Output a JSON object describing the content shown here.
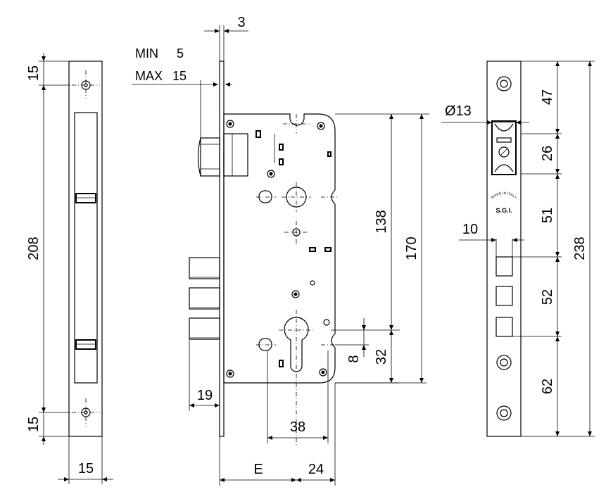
{
  "top_views": {
    "faceplate_thickness": "3",
    "backset_min_label": "MIN",
    "backset_min_value": "5",
    "backset_max_label": "MAX",
    "backset_max_value": "15"
  },
  "front_view": {
    "top_hole_offset": "15",
    "hole_spacing": "208",
    "bottom_hole_offset": "15",
    "plate_width": "15"
  },
  "side_view": {
    "case_height_138": "138",
    "case_height_170": "170",
    "cylinder_offset_8": "8",
    "cylinder_offset_32": "32",
    "bolt_projection": "19",
    "handle_spacing": "38",
    "backset": "E",
    "center_distance": "24"
  },
  "right_view": {
    "diameter": "Ø13",
    "dim_47": "47",
    "dim_26": "26",
    "dim_51": "51",
    "dim_52": "52",
    "dim_62": "62",
    "total_height": "238",
    "bolt_width": "10",
    "stamp_line1": "MADE IN ITALY",
    "stamp_line2": "S.G.I."
  }
}
